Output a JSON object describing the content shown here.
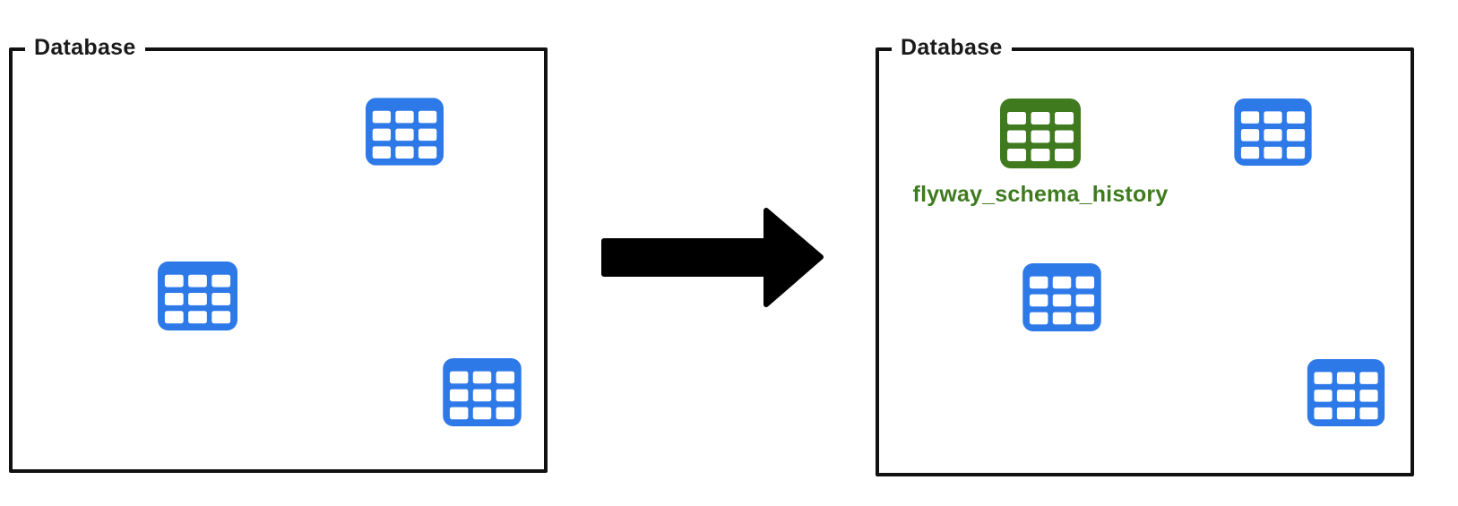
{
  "panels": {
    "before": {
      "label": "Database",
      "table_count": 3,
      "table_icon": "table-grid-icon"
    },
    "after": {
      "label": "Database",
      "table_count": 4,
      "table_icon": "table-grid-icon",
      "new_table_name": "flyway_schema_history"
    }
  },
  "arrow": {
    "icon": "right-arrow-icon",
    "direction": "left-to-right"
  },
  "colors": {
    "table_blue": "#2E79E8",
    "table_green": "#3F7A1E",
    "label_green": "#3E7B1E",
    "box_border": "#111111",
    "arrow_black": "#000000",
    "label_text": "#1A1A1A",
    "background": "#FFFFFF"
  }
}
